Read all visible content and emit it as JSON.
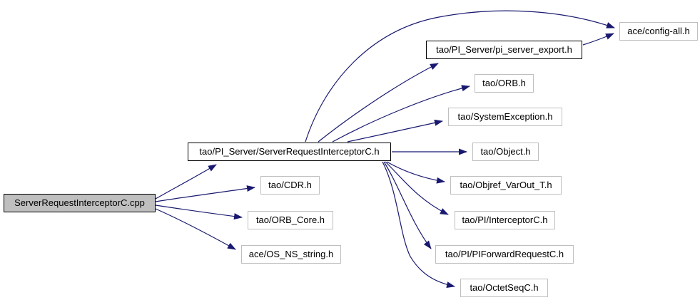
{
  "diagram": {
    "type": "include-dependency-graph",
    "colors": {
      "edge": "#191970",
      "node_fill": "#ffffff",
      "main_node_fill": "#bfbfbf",
      "linked_node_border": "#000000",
      "plain_node_border": "#bfbfbf",
      "text": "#000000",
      "background": "#ffffff"
    },
    "nodes": [
      {
        "id": "server-request-interceptor-cpp",
        "label": "ServerRequestInterceptorC.cpp",
        "kind": "main"
      },
      {
        "id": "pi-server-server-request-interceptor-h",
        "label": "tao/PI_Server/ServerRequestInterceptorC.h",
        "kind": "linked"
      },
      {
        "id": "pi-server-export-h",
        "label": "tao/PI_Server/pi_server_export.h",
        "kind": "linked"
      },
      {
        "id": "ace-config-all-h",
        "label": "ace/config-all.h",
        "kind": "plain"
      },
      {
        "id": "tao-orb-h",
        "label": "tao/ORB.h",
        "kind": "plain"
      },
      {
        "id": "tao-system-exception-h",
        "label": "tao/SystemException.h",
        "kind": "plain"
      },
      {
        "id": "tao-object-h",
        "label": "tao/Object.h",
        "kind": "plain"
      },
      {
        "id": "tao-objref-varout-t-h",
        "label": "tao/Objref_VarOut_T.h",
        "kind": "plain"
      },
      {
        "id": "tao-pi-interceptor-c-h",
        "label": "tao/PI/InterceptorC.h",
        "kind": "plain"
      },
      {
        "id": "tao-pi-pi-forward-request-c-h",
        "label": "tao/PI/PIForwardRequestC.h",
        "kind": "plain"
      },
      {
        "id": "tao-octet-seq-c-h",
        "label": "tao/OctetSeqC.h",
        "kind": "plain"
      },
      {
        "id": "tao-cdr-h",
        "label": "tao/CDR.h",
        "kind": "plain"
      },
      {
        "id": "tao-orb-core-h",
        "label": "tao/ORB_Core.h",
        "kind": "plain"
      },
      {
        "id": "ace-os-ns-string-h",
        "label": "ace/OS_NS_string.h",
        "kind": "plain"
      }
    ],
    "edges": [
      {
        "from": "ServerRequestInterceptorC.cpp",
        "to": "tao/PI_Server/ServerRequestInterceptorC.h"
      },
      {
        "from": "ServerRequestInterceptorC.cpp",
        "to": "tao/CDR.h"
      },
      {
        "from": "ServerRequestInterceptorC.cpp",
        "to": "tao/ORB_Core.h"
      },
      {
        "from": "ServerRequestInterceptorC.cpp",
        "to": "ace/OS_NS_string.h"
      },
      {
        "from": "tao/PI_Server/ServerRequestInterceptorC.h",
        "to": "ace/config-all.h"
      },
      {
        "from": "tao/PI_Server/ServerRequestInterceptorC.h",
        "to": "tao/PI_Server/pi_server_export.h"
      },
      {
        "from": "tao/PI_Server/pi_server_export.h",
        "to": "ace/config-all.h"
      },
      {
        "from": "tao/PI_Server/ServerRequestInterceptorC.h",
        "to": "tao/ORB.h"
      },
      {
        "from": "tao/PI_Server/ServerRequestInterceptorC.h",
        "to": "tao/SystemException.h"
      },
      {
        "from": "tao/PI_Server/ServerRequestInterceptorC.h",
        "to": "tao/Object.h"
      },
      {
        "from": "tao/PI_Server/ServerRequestInterceptorC.h",
        "to": "tao/Objref_VarOut_T.h"
      },
      {
        "from": "tao/PI_Server/ServerRequestInterceptorC.h",
        "to": "tao/PI/InterceptorC.h"
      },
      {
        "from": "tao/PI_Server/ServerRequestInterceptorC.h",
        "to": "tao/PI/PIForwardRequestC.h"
      },
      {
        "from": "tao/PI_Server/ServerRequestInterceptorC.h",
        "to": "tao/OctetSeqC.h"
      }
    ]
  }
}
